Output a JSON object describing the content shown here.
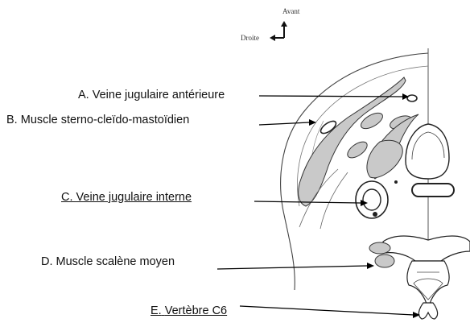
{
  "orientation": {
    "forward": "Avant",
    "right": "Droite"
  },
  "labels": [
    {
      "letter": "A.",
      "text": "Veine jugulaire antérieure",
      "underlined": false
    },
    {
      "letter": "B.",
      "text": "Muscle sterno-cleïdo-mastoïdien",
      "underlined": false
    },
    {
      "letter": "C.",
      "text": "Veine jugulaire interne",
      "underlined": true
    },
    {
      "letter": "D.",
      "text": "Muscle scalène moyen",
      "underlined": false
    },
    {
      "letter": "E.",
      "text": "Vertèbre C6",
      "underlined": true
    }
  ],
  "colors": {
    "tissue_fill": "#c9c9c9",
    "outline": "#333333",
    "leader_line": "#000000",
    "text": "#111111"
  }
}
